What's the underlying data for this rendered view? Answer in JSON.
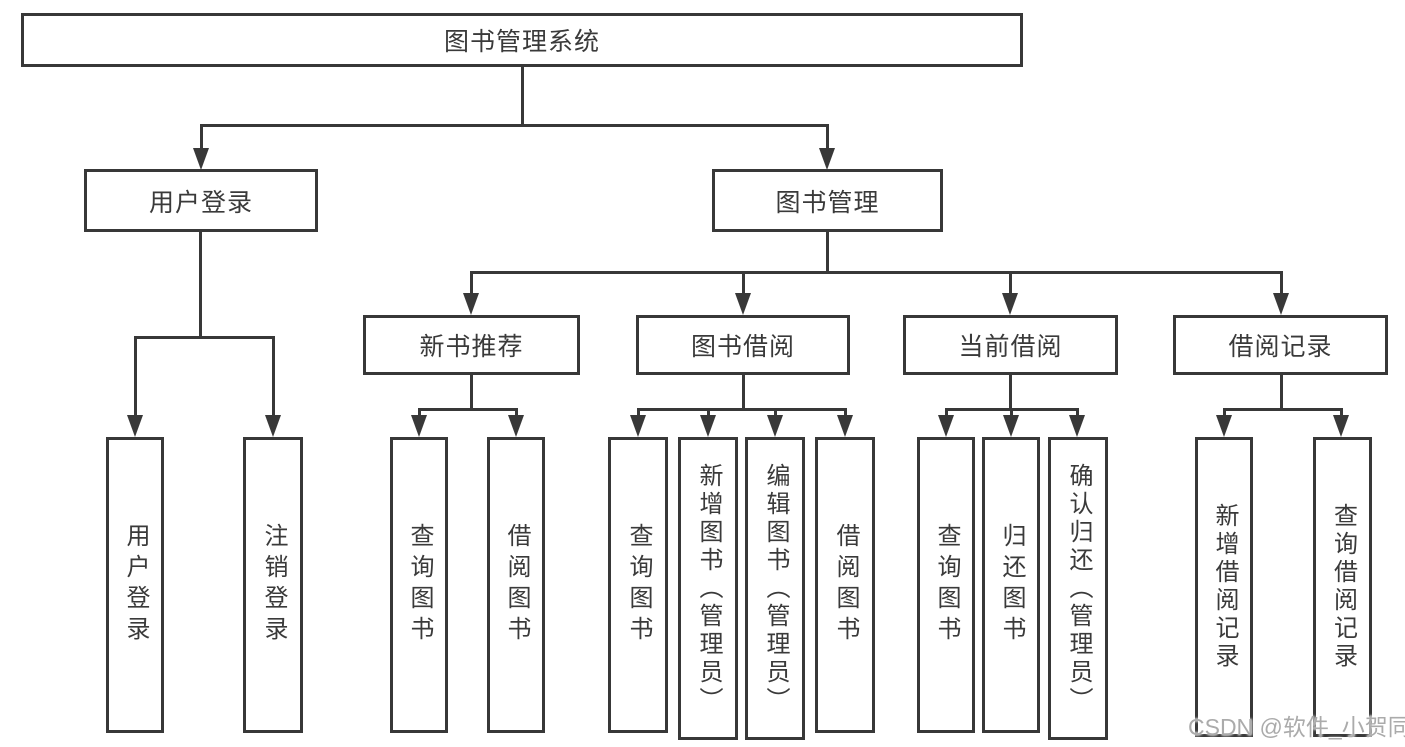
{
  "title": {
    "label": "图书管理系统"
  },
  "branches": {
    "user_login": {
      "label": "用户登录",
      "children": [
        "用户登录",
        "注销登录"
      ]
    },
    "book_management": {
      "label": "图书管理",
      "sections": {
        "new_book_recommend": {
          "label": "新书推荐",
          "children": [
            "查询图书",
            "借阅图书"
          ]
        },
        "book_borrowing": {
          "label": "图书借阅",
          "children": [
            "查询图书",
            "新增图书（管理员）",
            "编辑图书（管理员）",
            "借阅图书"
          ]
        },
        "current_borrowing": {
          "label": "当前借阅",
          "children": [
            "查询图书",
            "归还图书",
            "确认归还（管理员）"
          ]
        },
        "borrowing_records": {
          "label": "借阅记录",
          "children": [
            "新增借阅记录",
            "查询借阅记录"
          ]
        }
      }
    }
  },
  "watermark": {
    "text": "CSDN @软件_小贺同学"
  },
  "colors": {
    "line": "#383838",
    "text": "#3a3a3a",
    "background": "#ffffff",
    "watermark": "#ababab"
  }
}
